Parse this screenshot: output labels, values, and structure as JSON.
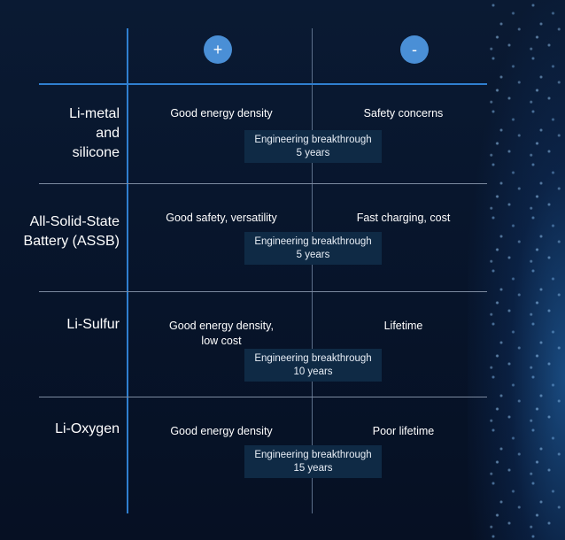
{
  "header": {
    "plus_symbol": "+",
    "minus_symbol": "-"
  },
  "rows": [
    {
      "label_lines": [
        "Li-metal",
        "and",
        "silicone"
      ],
      "pro": "Good energy density",
      "con": "Safety concerns",
      "breakthrough_title": "Engineering breakthrough",
      "breakthrough_time": "5 years"
    },
    {
      "label_lines": [
        "All-Solid-State",
        "Battery (ASSB)"
      ],
      "pro": "Good safety, versatility",
      "con": "Fast charging, cost",
      "breakthrough_title": "Engineering breakthrough",
      "breakthrough_time": "5 years"
    },
    {
      "label_lines": [
        "Li-Sulfur"
      ],
      "pro_lines": [
        "Good energy density,",
        "low cost"
      ],
      "con": "Lifetime",
      "breakthrough_title": "Engineering breakthrough",
      "breakthrough_time": "10 years"
    },
    {
      "label_lines": [
        "Li-Oxygen"
      ],
      "pro": "Good energy density",
      "con": "Poor lifetime",
      "breakthrough_title": "Engineering breakthrough",
      "breakthrough_time": "15 years"
    }
  ],
  "colors": {
    "accent": "#2f7fd0",
    "badge": "#4a8fd6",
    "background": "#07142a",
    "box": "#0f2a45"
  }
}
